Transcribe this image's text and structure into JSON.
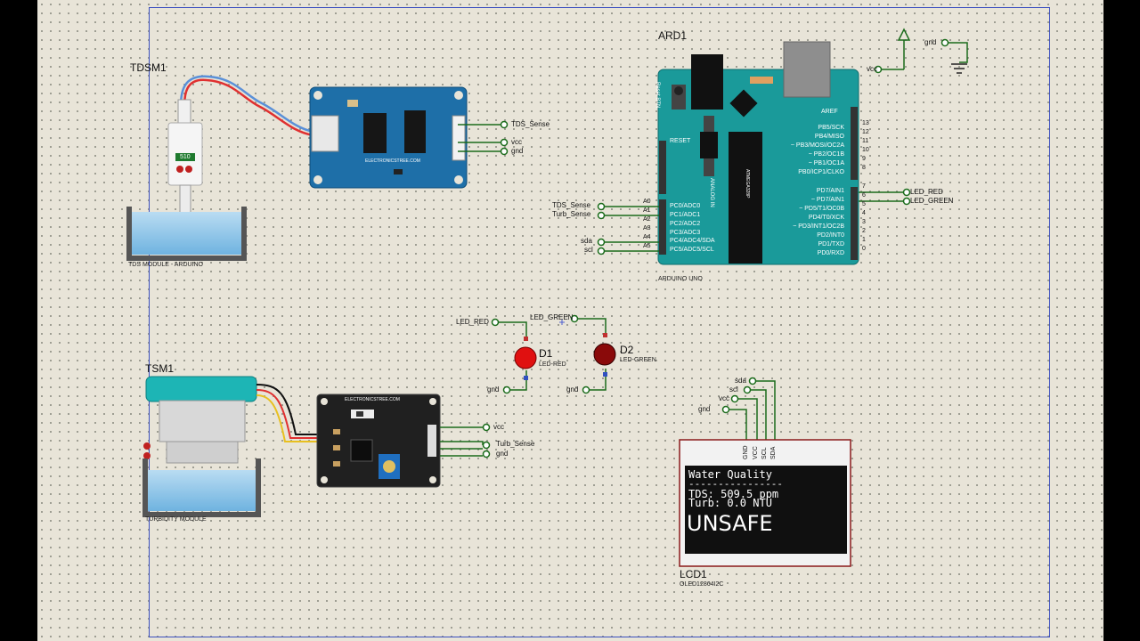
{
  "components": {
    "tds_module": {
      "ref": "TDSM1",
      "subtitle": "TDS MODULE - ARDUINO",
      "probe_reading": "510",
      "board_brand": "ELECTRONICSTREE.COM"
    },
    "turbidity_module": {
      "ref": "TSM1",
      "subtitle": "TURBIDITY MODULE",
      "board_brand": "ELECTRONICSTREE.COM"
    },
    "arduino": {
      "ref": "ARD1",
      "subtitle": "ARDUINO UNO",
      "reset_btn": "Reset BTN",
      "reset": "RESET",
      "aref": "AREF",
      "analog_in": "ANALOG IN",
      "chip_label": "ATMEGA328P"
    },
    "led_red": {
      "ref": "D1",
      "value": "LED-RED"
    },
    "led_green": {
      "ref": "D2",
      "value": "LED-GREEN"
    },
    "oled": {
      "ref": "LCD1",
      "value": "OLED12864I2C",
      "pins": [
        "GND",
        "VCC",
        "SCL",
        "SDA"
      ]
    }
  },
  "arduino_pins": {
    "analog": [
      {
        "num": "A0",
        "name": "PC0/ADC0"
      },
      {
        "num": "A1",
        "name": "PC1/ADC1"
      },
      {
        "num": "A2",
        "name": "PC2/ADC2"
      },
      {
        "num": "A3",
        "name": "PC3/ADC3"
      },
      {
        "num": "A4",
        "name": "PC4/ADC4/SDA"
      },
      {
        "num": "A5",
        "name": "PC5/ADC5/SCL"
      }
    ],
    "digital": [
      {
        "num": "13",
        "name": "PB5/SCK"
      },
      {
        "num": "12",
        "name": "PB4/MISO"
      },
      {
        "num": "11",
        "name": "~ PB3/MOSI/OC2A"
      },
      {
        "num": "10",
        "name": "~ PB2/OC1B"
      },
      {
        "num": "9",
        "name": "~ PB1/OC1A"
      },
      {
        "num": "8",
        "name": "PB0/ICP1/CLKO"
      },
      {
        "num": "7",
        "name": "PD7/AIN1"
      },
      {
        "num": "6",
        "name": "~ PD7/AIN1"
      },
      {
        "num": "5",
        "name": "~ PD5/T1/OC0B"
      },
      {
        "num": "4",
        "name": "PD4/T0/XCK"
      },
      {
        "num": "3",
        "name": "~ PD3/INT1/OC2B"
      },
      {
        "num": "2",
        "name": "PD2/INT0"
      },
      {
        "num": "1",
        "name": "PD1/TXD"
      },
      {
        "num": "0",
        "name": "PD0/RXD"
      }
    ]
  },
  "net_labels": {
    "tds_sense": "TDS_Sense",
    "turb_sense": "Turb_Sense",
    "vcc": "vcc",
    "gnd": "gnd",
    "sda": "sda",
    "scl": "scl",
    "led_red": "LED_RED",
    "led_green": "LED_GREEN"
  },
  "oled_display": {
    "line1": "Water Quality",
    "divider": "----------------",
    "line2": "TDS: 509.5 ppm",
    "line3": "Turb: 0.0 NTU",
    "status": "UNSAFE"
  },
  "colors": {
    "sheet_bg": "#e8e4d8",
    "arduino_board": "#1a9a9a",
    "module_board": "#1e6fa8",
    "wire": "#1a6b1a",
    "led_red": "#e01010",
    "led_green_off": "#8a0a0a",
    "oled_screen": "#101010"
  }
}
